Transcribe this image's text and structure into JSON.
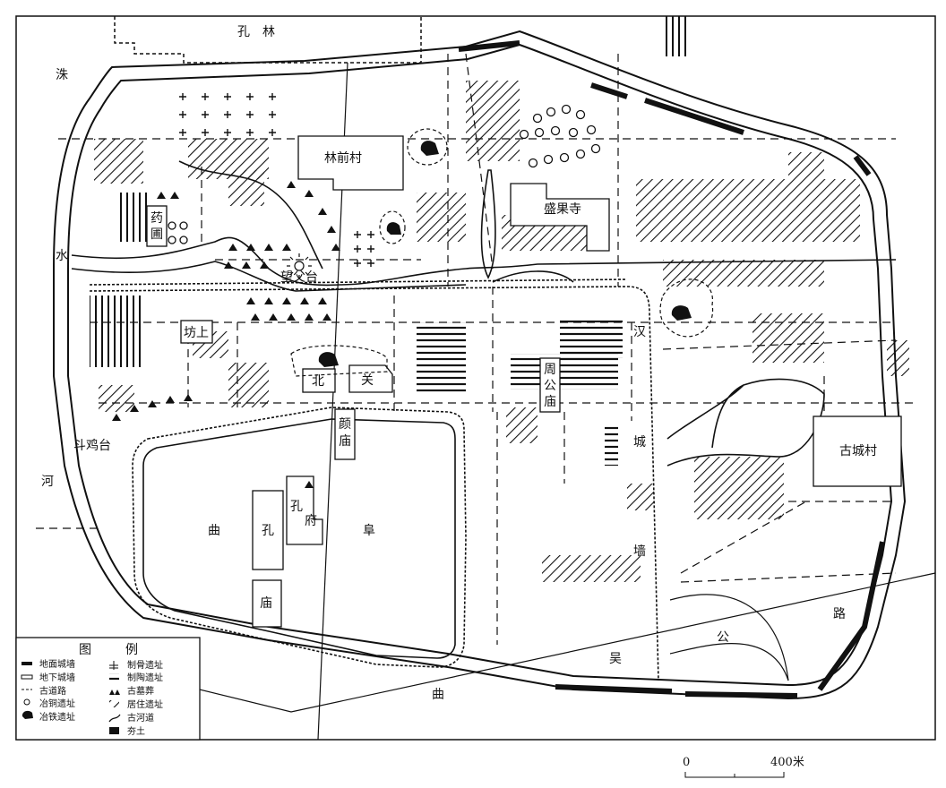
{
  "map": {
    "place_labels": {
      "kong_lin": "孔　林",
      "zhu": "洙",
      "shui": "水",
      "he": "河",
      "yaopu_1": "药",
      "yaopu_2": "圃",
      "lin_qian_cun": "林前村",
      "sheng_guo_si": "盛果寺",
      "wang_fu_tai": "望父台",
      "fang_shang": "坊上",
      "bei": "北",
      "guan": "关",
      "zhou_gong_miao_1": "周",
      "zhou_gong_miao_2": "公",
      "zhou_gong_miao_3": "庙",
      "dou_ji_tai": "斗鸡台",
      "yan_miao_1": "颜",
      "yan_miao_2": "庙",
      "qu_1": "曲",
      "kong": "孔",
      "kong_fu_1": "孔",
      "kong_fu_2": "府",
      "fu": "阜",
      "miao": "庙",
      "han": "汉",
      "cheng": "城",
      "qiang": "墙",
      "gu_cheng_cun": "古城村",
      "gong": "公",
      "lu": "路",
      "wu": "吴",
      "qu_2": "曲"
    },
    "legend": {
      "title": "图　例",
      "left": [
        "地面城墙",
        "地下城墙",
        "古道路",
        "冶铜遗址",
        "冶铁遗址"
      ],
      "right": [
        "制骨遗址",
        "制陶遗址",
        "古墓葬",
        "居住遗址",
        "古河道",
        "夯土"
      ]
    },
    "scale": {
      "start": "0",
      "end": "400米"
    }
  }
}
